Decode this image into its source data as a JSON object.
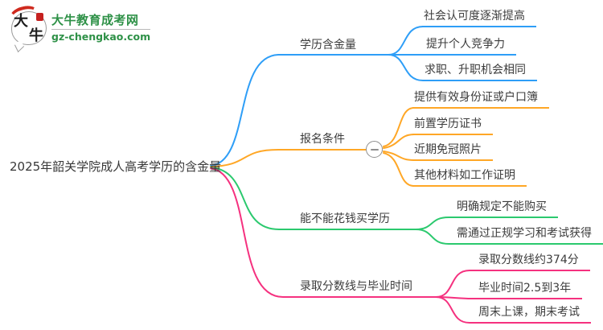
{
  "site": {
    "name": "大牛教育成考网",
    "url": "gz-chengkao.com",
    "logo_char_top": "大",
    "logo_char_bottom": "牛"
  },
  "root": {
    "label": "2025年韶关学院成人高考学历的含金量"
  },
  "branches": [
    {
      "label": "学历含金量",
      "color": "#2e9ef7",
      "children": [
        "社会认可度逐渐提高",
        "提升个人竞争力",
        "求职、升职机会相同"
      ]
    },
    {
      "label": "报名条件",
      "color": "#ffa726",
      "toggle": "minus",
      "children": [
        "提供有效身份证或户口簿",
        "前置学历证书",
        "近期免冠照片",
        "其他材料如工作证明"
      ]
    },
    {
      "label": "能不能花钱买学历",
      "color": "#2bc96e",
      "children": [
        "明确规定不能购买",
        "需通过正规学习和考试获得"
      ]
    },
    {
      "label": "录取分数线与毕业时间",
      "color": "#f5317f",
      "children": [
        "录取分数线约374分",
        "毕业时间2.5到3年",
        "周末上课，期末考试"
      ]
    }
  ],
  "ui_colors": {
    "text": "#3c3c3c",
    "brand_green": "#2e9147",
    "toggle_gray": "#8f8f8f",
    "seal_red": "#c5201f"
  }
}
